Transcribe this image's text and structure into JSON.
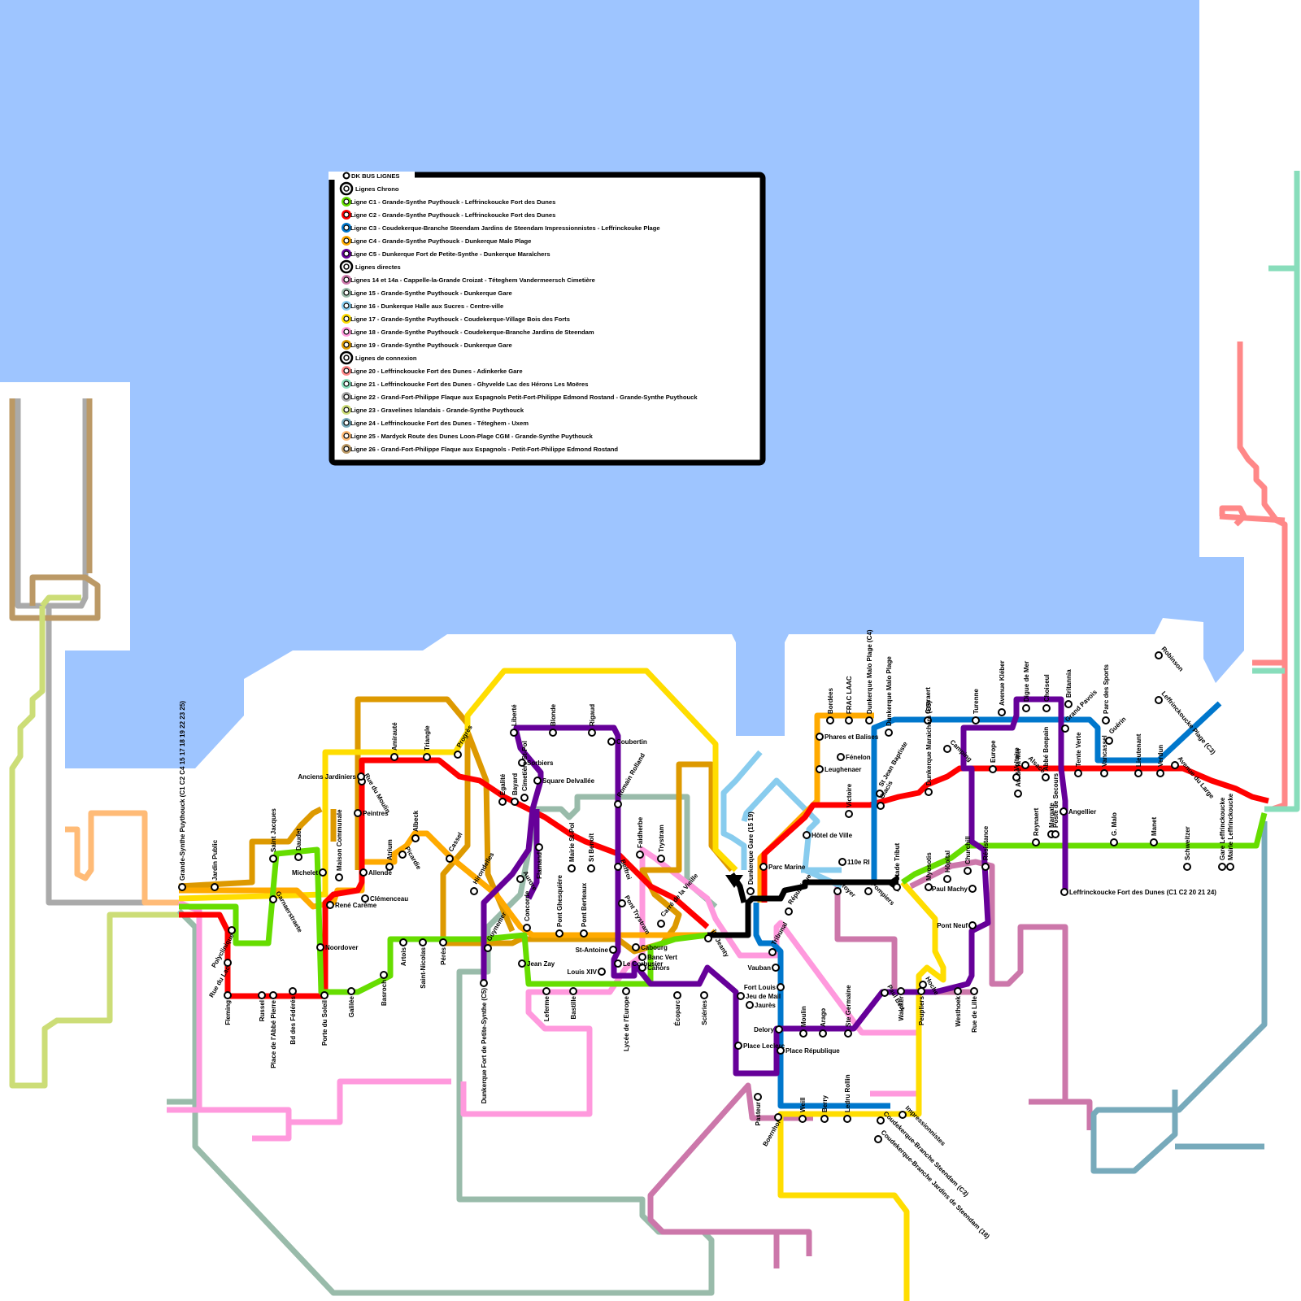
{
  "legend": {
    "title": "DK BUS LIGNES",
    "items": [
      {
        "label": "Lignes Chrono",
        "color": "#000000",
        "header": true
      },
      {
        "label": "Ligne C1 - Grande-Synthe Puythouck - Leffrinckoucke Fort des Dunes",
        "color": "#66dd00"
      },
      {
        "label": "Ligne C2 - Grande-Synthe Puythouck - Leffrinckoucke Fort des Dunes",
        "color": "#ff0000"
      },
      {
        "label": "Ligne C3 - Coudekerque-Branche Steendam Jardins de Steendam Impressionnistes - Leffrinckouke Plage",
        "color": "#0077cc"
      },
      {
        "label": "Ligne C4 - Grande-Synthe Puythouck - Dunkerque Malo Plage",
        "color": "#ffaa00"
      },
      {
        "label": "Ligne C5 - Dunkerque Fort de Petite-Synthe - Dunkerque Maraîchers",
        "color": "#660099"
      },
      {
        "label": "Lignes directes",
        "color": "#000000",
        "header": true
      },
      {
        "label": "Lignes 14 et 14a - Cappelle-la-Grande Croizat - Téteghem Vandermeersch Cimetière",
        "color": "#cc77aa"
      },
      {
        "label": "Ligne 15 - Grande-Synthe Puythouck - Dunkerque Gare",
        "color": "#99bbaa"
      },
      {
        "label": "Ligne 16 - Dunkerque Halle aux Sucres - Centre-ville",
        "color": "#88ccee"
      },
      {
        "label": "Ligne 17 - Grande-Synthe Puythouck - Coudekerque-Village Bois des Forts",
        "color": "#ffdd00"
      },
      {
        "label": "Ligne 18 - Grande-Synthe Puythouck - Coudekerque-Branche Jardins de Steendam",
        "color": "#ff99dd"
      },
      {
        "label": "Ligne 19 - Grande-Synthe Puythouck - Dunkerque Gare",
        "color": "#dd9900"
      },
      {
        "label": "Lignes de connexion",
        "color": "#000000",
        "header": true
      },
      {
        "label": "Ligne 20 - Leffrinckoucke Fort des Dunes - Adinkerke Gare",
        "color": "#ff8888"
      },
      {
        "label": "Ligne 21 - Leffrinckoucke Fort des Dunes - Ghyvelde Lac des Hérons Les Moëres",
        "color": "#88ddbb"
      },
      {
        "label": "Ligne 22 - Grand-Fort-Philippe Flaque aux Espagnols Petit-Fort-Philippe Edmond Rostand - Grande-Synthe Puythouck",
        "color": "#aaaaaa"
      },
      {
        "label": "Ligne 23 - Gravelines Islandais - Grande-Synthe Puythouck",
        "color": "#ccdd77"
      },
      {
        "label": "Ligne 24 - Leffrinckoucke Fort des Dunes - Téteghem - Uxem",
        "color": "#77aabb"
      },
      {
        "label": "Ligne 25 - Mardyck Route des Dunes Loon-Plage CGM - Grande-Synthe Puythouck",
        "color": "#ffbb77"
      },
      {
        "label": "Ligne 26 - Grand-Fort-Philippe Flaque aux Espagnols - Petit-Fort-Philippe Edmond Rostand",
        "color": "#bb9966"
      }
    ]
  },
  "colors": {
    "sea": "#9ec5ff",
    "land": "#ffffff",
    "stop_fill": "#ffffff",
    "stop_stroke": "#000000"
  },
  "stations": {
    "west": [
      "Grande-Synthe Puythouck (C1 C2 C4 15 17 18 19 22 23 25)",
      "Jardin Public",
      "Polyclinique",
      "Rue du Lac",
      "Fleming",
      "Russel",
      "Place de l'Abbé Pierre",
      "Bd des Fédérés",
      "Porte du Soleil",
      "Galilée",
      "Basroch",
      "Artois",
      "Saint-Nicolas",
      "Pérès",
      "Saint Jacques",
      "Daudet",
      "Michelet",
      "Maison Communale",
      "Garnaerstraete",
      "Noordover",
      "René Carême",
      "Clémenceau",
      "Allende",
      "Peintres",
      "Rue du Moulin",
      "Anciens Jardiniers",
      "Amirauté",
      "Triangle",
      "Progrès",
      "Atrium",
      "Picardie",
      "Albeck",
      "Cassel",
      "Hirondelles",
      "Aurore",
      "Guynemer",
      "Dunkerque Fort de Petite-Synthe (C5)"
    ],
    "center": [
      "Liberté",
      "Blonde",
      "Rigaud",
      "Sorbiers",
      "Égalité",
      "Bayard",
      "Cimetière St-Pol",
      "Square Delvallée",
      "Coubertin",
      "Flamand",
      "Mairie St-Pol",
      "St Benoît",
      "Romain Rolland",
      "Faidherbe",
      "Trystram",
      "Beffroi",
      "Concorde",
      "Pont Ghesquière",
      "Pont Berteaux",
      "Pont Trystram",
      "Carré de la Vieille",
      "St-Antoine",
      "Cabourg",
      "Banc Vert",
      "Le Corbusier",
      "Cahors",
      "Jean Zay",
      "Louis XIV",
      "Leferme",
      "Bastille",
      "Lycée de l'Europe",
      "Écoparc",
      "Sciéries",
      "Île Jeanty",
      "Dunkerque Gare (15 19)",
      "Parc Marine",
      "République",
      "Tribunal",
      "Vauban",
      "Fort Louis",
      "Jeu de Mail",
      "Jaurès",
      "Delory",
      "Place Leclerc",
      "Place République",
      "Pasteur",
      "Boernhol",
      "Weill",
      "Berry",
      "Ledru Rollin",
      "Moulin",
      "Arago",
      "Ste Germaine"
    ],
    "east": [
      "Bordées",
      "FRAC LAAC",
      "Dunkerque Malo Plage (C4)",
      "Dunkerque Malo Plage",
      "Phares et Balises",
      "Leughenaer",
      "Fénelon",
      "St Jean Baptiste",
      "Glacis",
      "Victoire",
      "Hôtel de Ville",
      "110e RI",
      "Royer",
      "Pompiers",
      "Stade Tribut",
      "Myosotis",
      "Hôpital",
      "Churchill",
      "Résistance",
      "Paul Machy",
      "Pont Neuf",
      "Hoche",
      "Paul Bert",
      "Walcker",
      "Peupliers",
      "Westhoek",
      "Rue de Lille",
      "Impressionnistes",
      "Coudekerque-Branche Steendam (C3)",
      "Coudekerque-Branche Jardins de Steendam (18)",
      "Geeraert",
      "Turenne",
      "Avenue Kléber",
      "Digue de Mer",
      "Choiseul",
      "Britannia",
      "Grand Pavois",
      "Parc des Sports",
      "Guérin",
      "Camping",
      "Europe",
      "Voltaire",
      "Av. de la Mer",
      "Abbé Bonpain",
      "Reynaert",
      "Margate",
      "Alsace",
      "Poste de Secours",
      "Tente Verte",
      "Angellier",
      "Vancassel",
      "G. Malo",
      "Lieutenant",
      "Manet",
      "Verdun",
      "Avenue du Large",
      "Schweitzer",
      "Gare Leffrinckoucke",
      "Mairie Leffrinckoucke",
      "Robinson",
      "Leffrinckoucke Plage (C3)",
      "Leffrinckoucke Fort des Dunes (C1 C2 20 21 24)",
      "Dunkerque Maraichers (C5)",
      "Grévy",
      "Faidherbe "
    ]
  }
}
